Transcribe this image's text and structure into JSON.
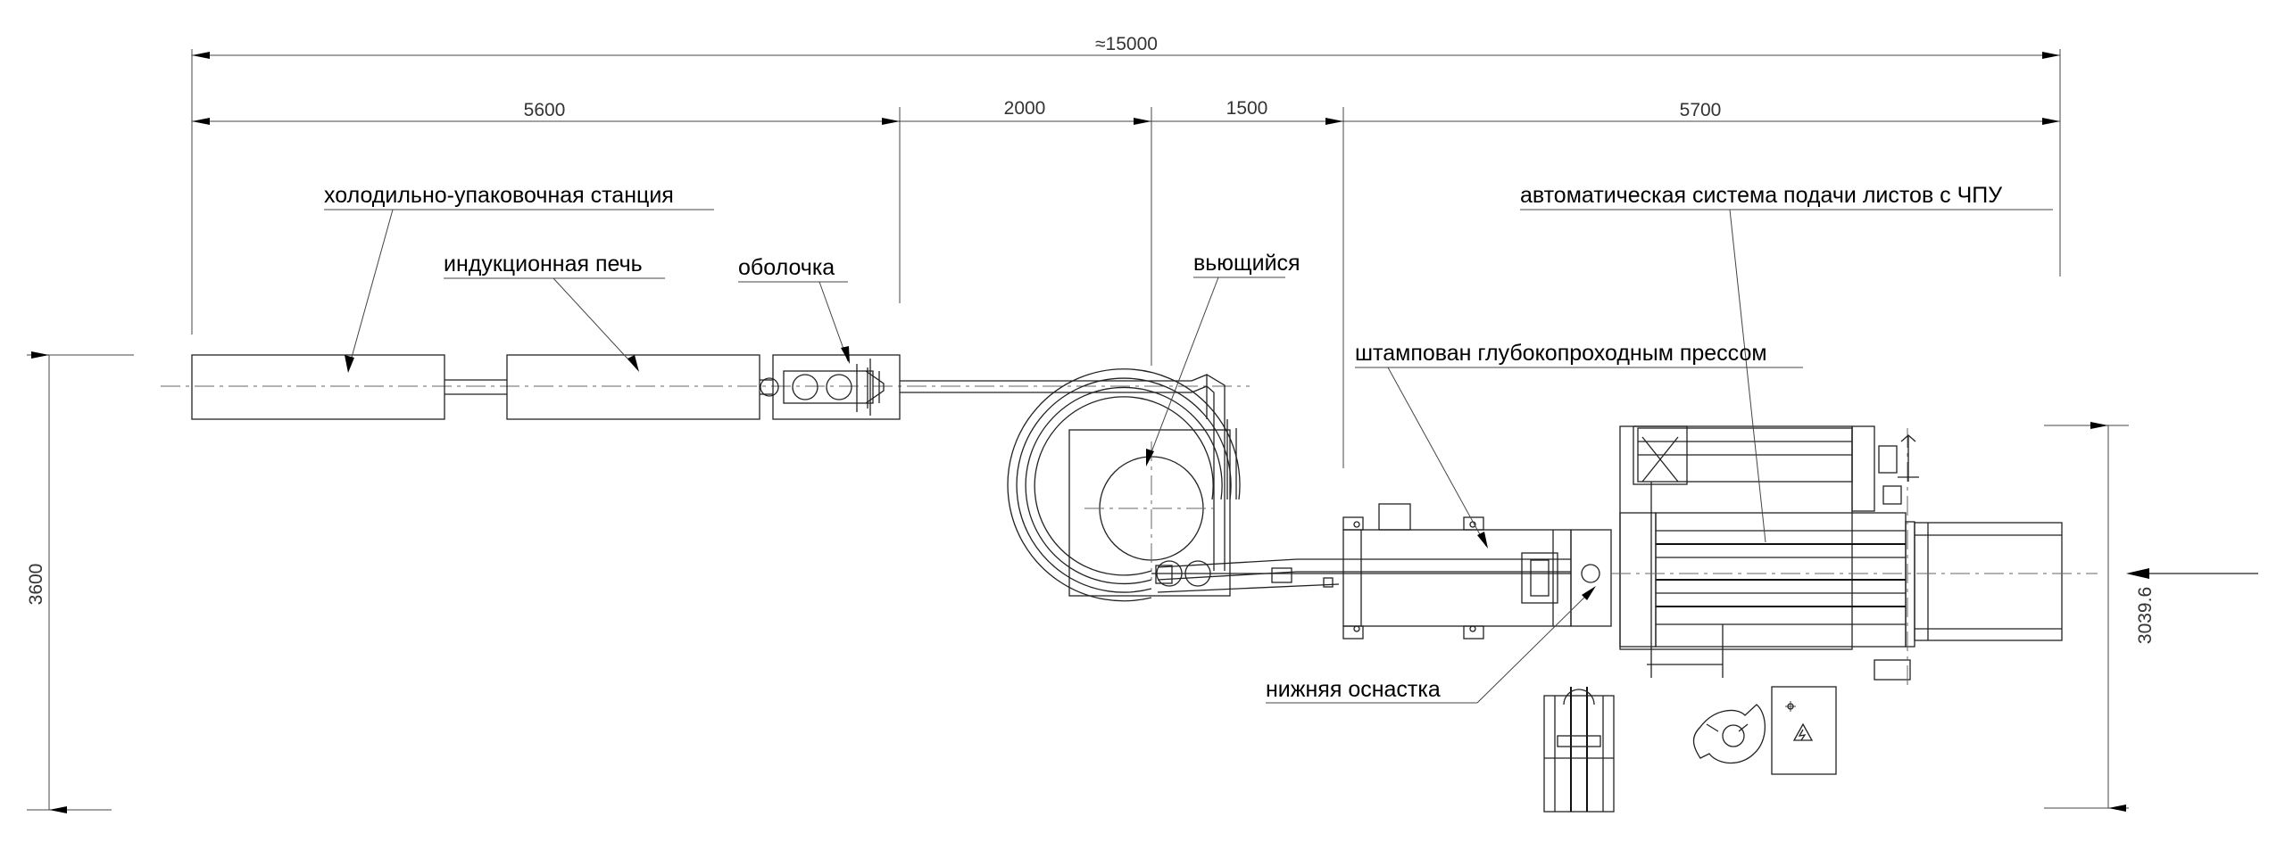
{
  "dimensions": {
    "total": "≈15000",
    "seg1": "5600",
    "seg2": "2000",
    "seg3": "1500",
    "seg4": "5700",
    "height_left": "3600",
    "height_right": "3039.6"
  },
  "labels": {
    "cooling_station": "холодильно-упаковочная станция",
    "induction_furnace": "индукционная печь",
    "shell": "оболочка",
    "winder": "вьющийся",
    "cnc_feed": "автоматическая система подачи листов с ЧПУ",
    "press": "штампован глубокопроходным прессом",
    "lower_tooling": "нижняя оснастка"
  }
}
